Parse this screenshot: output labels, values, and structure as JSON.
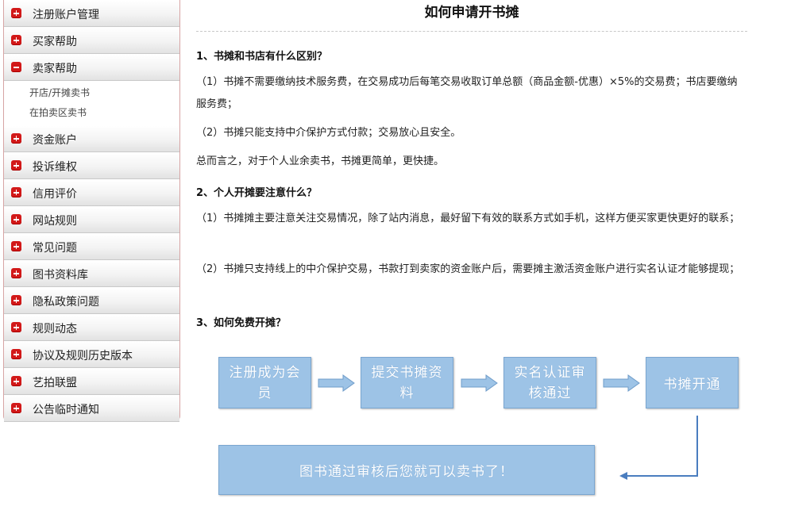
{
  "sidebar": {
    "items": [
      {
        "label": "注册账户管理",
        "expanded": false
      },
      {
        "label": "买家帮助",
        "expanded": false
      },
      {
        "label": "卖家帮助",
        "expanded": true,
        "children": [
          "开店/开摊卖书",
          "在拍卖区卖书"
        ]
      },
      {
        "label": "资金账户",
        "expanded": false
      },
      {
        "label": "投诉维权",
        "expanded": false
      },
      {
        "label": "信用评价",
        "expanded": false
      },
      {
        "label": "网站规则",
        "expanded": false
      },
      {
        "label": "常见问题",
        "expanded": false
      },
      {
        "label": "图书资料库",
        "expanded": false
      },
      {
        "label": "隐私政策问题",
        "expanded": false
      },
      {
        "label": "规则动态",
        "expanded": false
      },
      {
        "label": "协议及规则历史版本",
        "expanded": false
      },
      {
        "label": "艺拍联盟",
        "expanded": false
      },
      {
        "label": "公告临时通知",
        "expanded": false
      }
    ],
    "icon_color": "#d21919"
  },
  "article": {
    "title": "如何申请开书摊",
    "q1": "1、书摊和书店有什么区别？",
    "q1_p1": "（1）书摊不需要缴纳技术服务费，在交易成功后每笔交易收取订单总额（商品金额-优惠）×5%的交易费；书店要缴纳服务费；",
    "q1_p2": "（2）书摊只能支持中介保护方式付款；交易放心且安全。",
    "q1_summary": "总而言之，对于个人业余卖书，书摊更简单，更快捷。",
    "q2": "2、个人开摊要注意什么？",
    "q2_p1": "（1）书摊摊主要注意关注交易情况，除了站内消息，最好留下有效的联系方式如手机，这样方便买家更快更好的联系；",
    "q2_p2": "（2）书摊只支持线上的中介保护交易，书款打到卖家的资金账户后，需要摊主激活资金账户进行实名认证才能够提现；",
    "q3": "3、如何免费开摊？"
  },
  "flow": {
    "steps": [
      "注册成为会员",
      "提交书摊资料",
      "实名认证审核通过",
      "书摊开通"
    ],
    "final": "图书通过审核后您就可以卖书了！",
    "box_color": "#9dc3e6"
  }
}
